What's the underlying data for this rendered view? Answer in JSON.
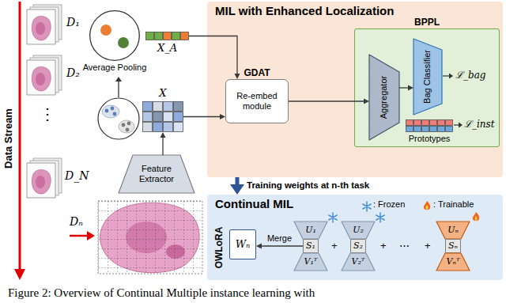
{
  "diagram": {
    "caption": "Figure 2: Overview of Continual Multiple instance learning with",
    "nodes": [
      {
        "text": [
          "Average Pooling"
        ]
      },
      {
        "text": [
          "X_A"
        ]
      },
      {
        "text": [
          "X"
        ]
      },
      {
        "text": [
          "Feature Extractor"
        ]
      },
      {
        "text": [
          "MIL with Enhanced Localization"
        ]
      },
      {
        "text": [
          "GDAT",
          "Re-embed module"
        ],
        "in": 4
      },
      {
        "text": [
          "BPPL"
        ],
        "in": 4
      },
      {
        "text": [
          "Aggregator"
        ],
        "in": 6
      },
      {
        "text": [
          "Bag Classifier"
        ],
        "in": 6
      },
      {
        "text": [
          "Prototypes"
        ],
        "in": 6
      },
      {
        "text": [
          "Continual MIL"
        ]
      },
      {
        "text": [
          "Wₙ"
        ],
        "in": 10
      },
      {
        "text": [
          "U₁"
        ],
        "in": 10
      },
      {
        "text": [
          "S₁"
        ],
        "in": 10
      },
      {
        "text": [
          "V₁ᵀ"
        ],
        "in": 10
      },
      {
        "text": [
          "U₂"
        ],
        "in": 10
      },
      {
        "text": [
          "S₂"
        ],
        "in": 10
      },
      {
        "text": [
          "V₂ᵀ"
        ],
        "in": 10
      },
      {
        "text": [
          "Uₙ"
        ],
        "in": 10
      },
      {
        "text": [
          "Sₙ"
        ],
        "in": 10
      },
      {
        "text": [
          "Vₙᵀ"
        ],
        "in": 10
      }
    ],
    "edges": [
      {
        "from": 3,
        "to": 2,
        "arrow": "to"
      },
      {
        "from": 2,
        "to": 5,
        "arrow": "to"
      },
      {
        "from": 1,
        "to": 5,
        "arrow": "to"
      },
      {
        "from": 5,
        "to": 7,
        "arrow": "to"
      },
      {
        "from": 7,
        "to": 8,
        "arrow": "to"
      },
      {
        "from": 4,
        "to": 10,
        "label": "Training weights at n-th task",
        "arrow": "to"
      },
      {
        "from": 13,
        "to": 11,
        "label": "Merge",
        "arrow": "to"
      }
    ],
    "labels": [
      "Data Stream",
      "D₁",
      "D₂",
      "⋮",
      "D_N",
      "Dₙ",
      "ℒ_bag",
      "ℒ_inst",
      "OWLoRA",
      "+",
      "+",
      "⋯",
      "+"
    ],
    "legend": [
      {
        "text": ": Frozen"
      },
      {
        "text": ": Trainable"
      }
    ]
  }
}
